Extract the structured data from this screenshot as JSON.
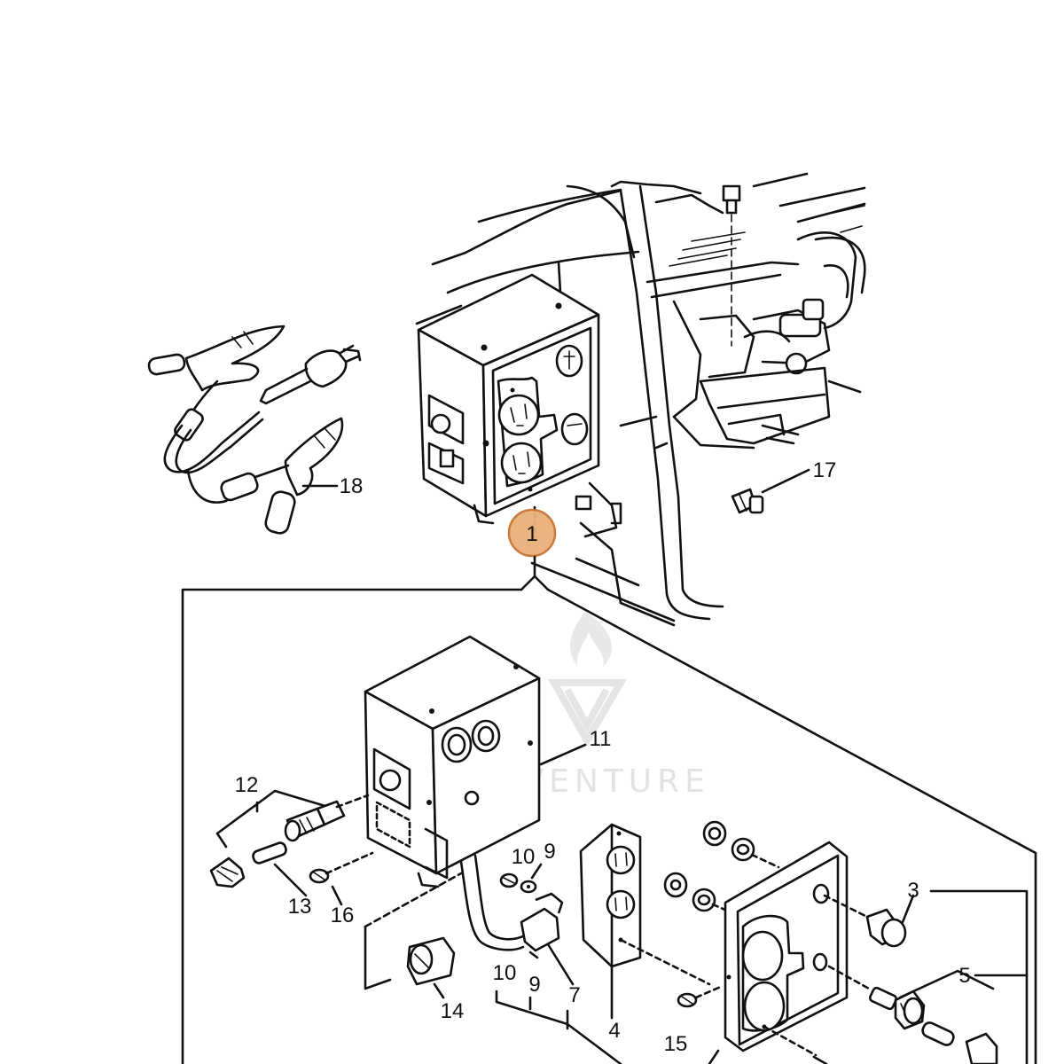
{
  "callouts": {
    "c1": "1",
    "c3": "3",
    "c4": "4",
    "c5": "5",
    "c7": "7",
    "c9a": "9",
    "c9b": "9",
    "c10a": "10",
    "c10b": "10",
    "c11": "11",
    "c12": "12",
    "c13": "13",
    "c14": "14",
    "c15": "15",
    "c16": "16",
    "c17": "17",
    "c18": "18"
  },
  "watermark": {
    "text": "LEADVENTURE"
  },
  "colors": {
    "line": "#111111",
    "highlight_fill": "#e8b17a",
    "highlight_stroke": "#c8722f",
    "watermark": "#e3e3e3"
  }
}
